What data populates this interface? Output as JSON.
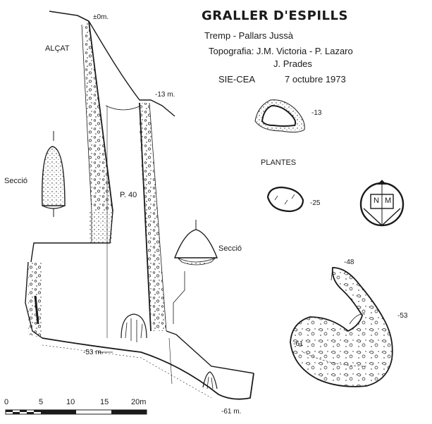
{
  "header": {
    "title": "GRALLER D'ESPILLS",
    "location": "Tremp - Pallars Jussà",
    "topography_line1": "Topografia: J.M. Victoria - P. Lazaro",
    "topography_line2": "J. Prades",
    "org": "SIE-CEA",
    "date": "7 octubre 1973"
  },
  "elevation": {
    "label": "ALÇAT",
    "shaft_label": "P. 40",
    "depths": {
      "top": "±0m.",
      "d13": "-13 m.",
      "d53": "-53 m.",
      "d61": "-61 m."
    },
    "section_label_left": "Secció",
    "section_label_right": "Secció"
  },
  "plans": {
    "label": "PLANTES",
    "levels": [
      "-13",
      "-25",
      "-48",
      "-53",
      "-61"
    ]
  },
  "north_arrow": {
    "left_letter": "N",
    "right_letter": "M"
  },
  "scale_bar": {
    "ticks": [
      "0",
      "5",
      "10",
      "15",
      "20m"
    ]
  },
  "colors": {
    "ink": "#1a1a1a",
    "paper": "#ffffff"
  }
}
